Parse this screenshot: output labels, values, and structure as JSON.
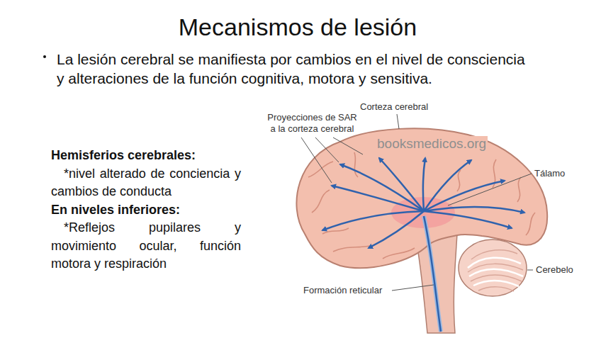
{
  "diagram": {
    "title": "Mecanismos de lesión",
    "labels": [
      "La lesión cerebral se manifiesta por cambios en el nivel de consciencia y alteraciones de la función cognitiva, motora y sensitiva.",
      "Hemisferios cerebrales:",
      "*nivel alterado de conciencia y cambios de conducta",
      "En niveles inferiores:",
      "*Reflejos pupilares y movimiento ocular, función motora y respiración",
      "Corteza cerebral",
      "Proyecciones de SAR a la corteza cerebral",
      "booksmedicos.org",
      "Tálamo",
      "Cerebelo",
      "Formación reticular"
    ]
  }
}
